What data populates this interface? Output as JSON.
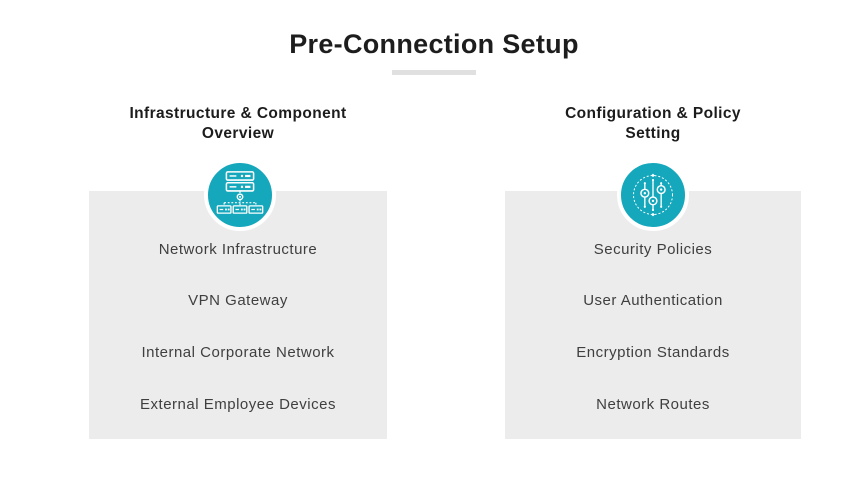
{
  "title": "Pre-Connection Setup",
  "colors": {
    "accent_teal": "#15a7bb",
    "panel_gray": "#ececec",
    "title_underline_gray": "#e0e0e0",
    "title_text": "#1d1d1d",
    "item_text": "#3f3f3f"
  },
  "columns": [
    {
      "heading_line1": "Infrastructure & Component",
      "heading_line2": "Overview",
      "icon": "network-infrastructure-icon",
      "items": [
        "Network Infrastructure",
        "VPN Gateway",
        "Internal Corporate Network",
        "External Employee Devices"
      ]
    },
    {
      "heading_line1": "Configuration & Policy",
      "heading_line2": "Setting",
      "icon": "settings-sliders-icon",
      "items": [
        "Security Policies",
        "User Authentication",
        "Encryption Standards",
        "Network Routes"
      ]
    }
  ]
}
